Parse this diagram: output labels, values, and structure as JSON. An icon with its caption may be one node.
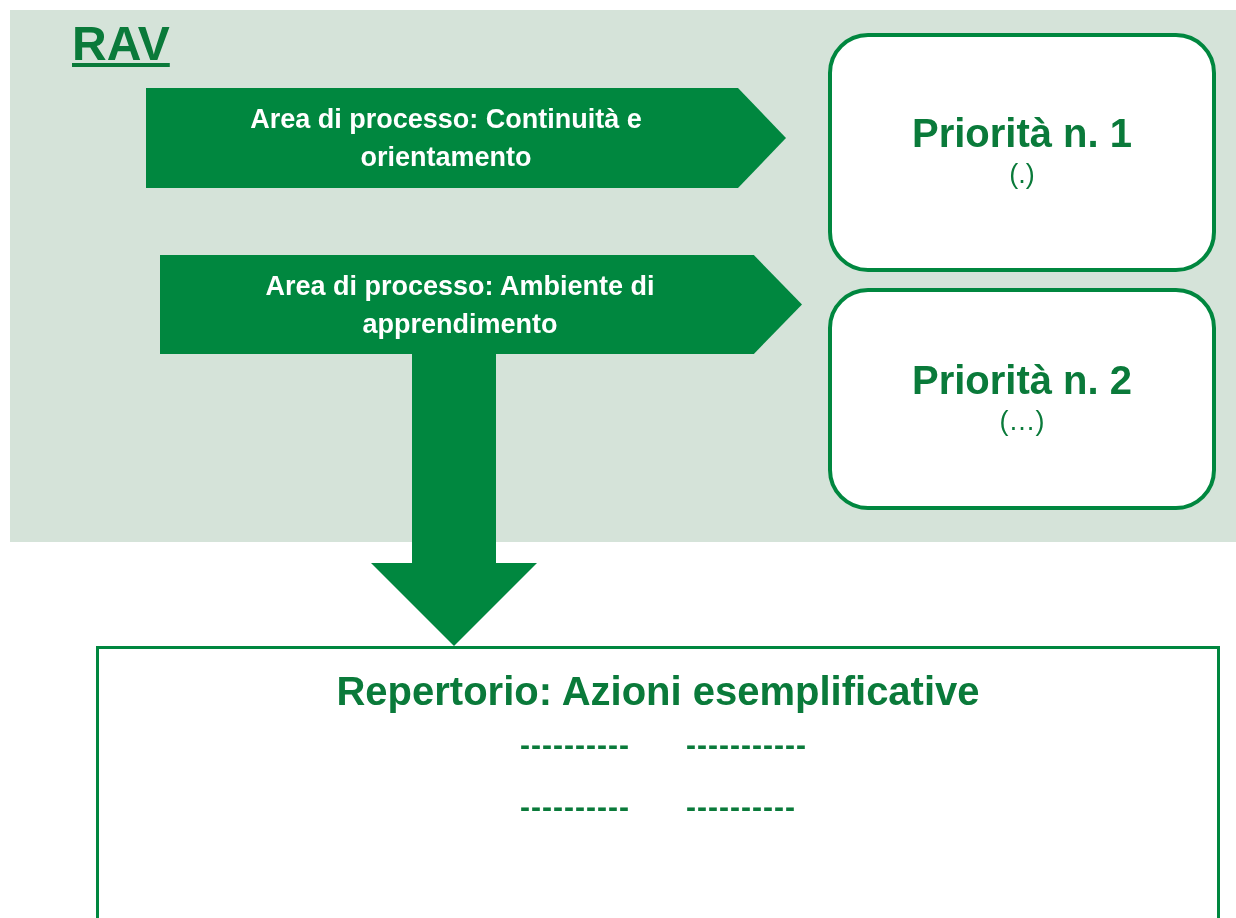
{
  "diagram": {
    "nodes": [
      {
        "text": [
          "RAV"
        ]
      },
      {
        "text": [
          "Area di processo: Continuità e orientamento"
        ],
        "in": 0
      },
      {
        "text": [
          "Priorità n. 1",
          "(.)"
        ],
        "in": 0
      },
      {
        "text": [
          "Area di processo: Ambiente di apprendimento"
        ],
        "in": 0
      },
      {
        "text": [
          "Priorità n. 2",
          "(…)"
        ],
        "in": 0
      },
      {
        "text": [
          "Repertorio: Azioni esemplificative",
          "----------",
          "-----------",
          "----------",
          "----------"
        ]
      }
    ],
    "edges": [
      {
        "from": 3,
        "to": 5,
        "arrow": "to",
        "style": "thick"
      }
    ]
  }
}
